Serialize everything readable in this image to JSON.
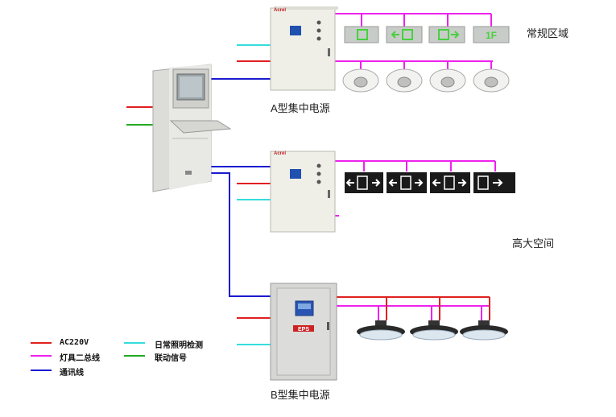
{
  "labels": {
    "zone_regular": "常规区域",
    "zone_high": "高大空间",
    "psu_a": "A型集中电源",
    "psu_b": "B型集中电源",
    "eps_badge": "EPS",
    "brand": "Acrel"
  },
  "signs_top": [
    {
      "glyph": "门",
      "arrow_left": false
    },
    {
      "glyph": "←门",
      "arrow_left": true
    },
    {
      "glyph": "门→",
      "arrow_left": false
    },
    {
      "glyph": "1F",
      "arrow_left": false
    }
  ],
  "legend": [
    {
      "label": "AC220V",
      "color": "#e02020"
    },
    {
      "label": "灯具二总线",
      "color": "#ee22ee"
    },
    {
      "label": "通讯线",
      "color": "#1a1ad0"
    },
    {
      "label": "日常照明检测",
      "color": "#33dddd"
    },
    {
      "label": "联动信号",
      "color": "#22aa22"
    }
  ],
  "colors": {
    "ac220v": "#e02020",
    "bus": "#ee22ee",
    "comm": "#1a1ad0",
    "daily": "#33dddd",
    "link": "#22aa22",
    "cabinet": "#e4e4e0",
    "eps_box": "#d8d8d6",
    "sign_green": "#48d040"
  }
}
